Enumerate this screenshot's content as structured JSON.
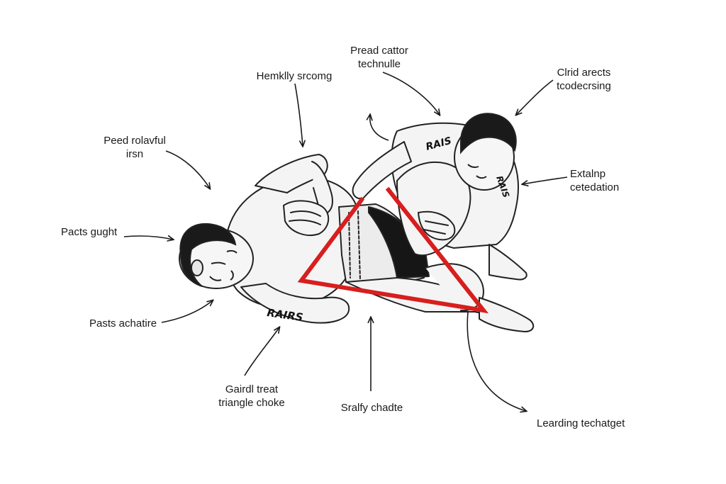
{
  "labels": {
    "pread_cattor": "Pread cattor\ntechnulle",
    "hemklly": "Hemklly srcomg",
    "clrid_arects": "Clrid arects\ntcodecrsing",
    "peed_rolavful": "Peed rolavful\nirsn",
    "extalnp": "Extalnp\ncetedation",
    "pacts_gught": "Pacts gught",
    "pasts_achatire": "Pasts achatire",
    "gairdl_treat": "Gairdl treat\ntriangle choke",
    "sralfy_chadte": "Sralfy chadte",
    "learding": "Learding techatget"
  },
  "shirt_texts": {
    "bottom_fighter": "RAIRS",
    "top_fighter_back": "RAIS",
    "top_fighter_sleeve": "RAIS"
  },
  "colors": {
    "triangle": "#d81e1e",
    "ink": "#1a1a1a",
    "background": "#ffffff"
  }
}
